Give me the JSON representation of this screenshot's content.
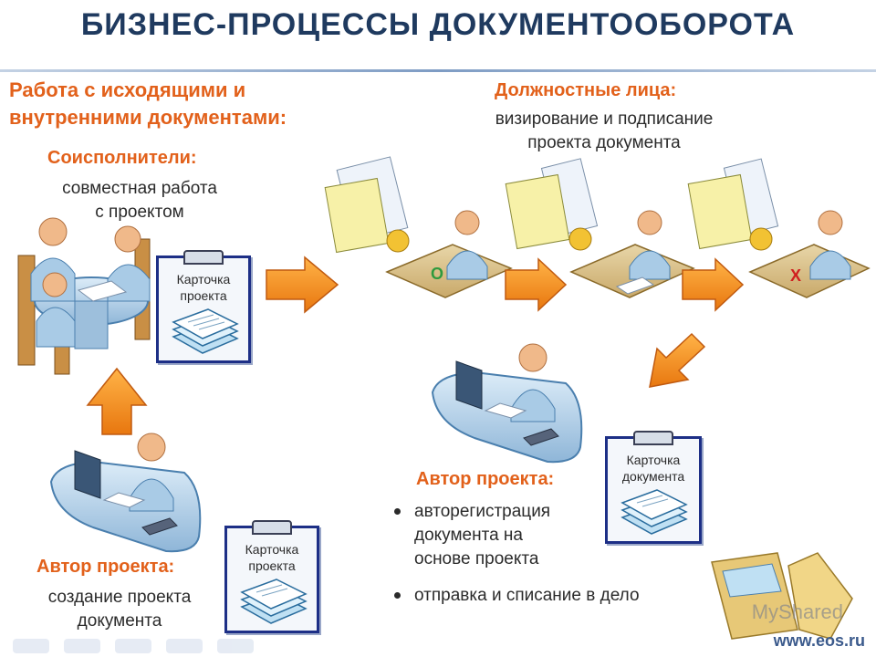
{
  "title": "БИЗНЕС-ПРОЦЕССЫ ДОКУМЕНТООБОРОТА",
  "section_heading": [
    "Работа с исходящими и",
    "внутренними документами:"
  ],
  "coexecutors": {
    "title": "Соисполнители:",
    "text": [
      "совместная работа",
      "с проектом"
    ]
  },
  "officials": {
    "title": "Должностные лица:",
    "text": [
      "визирование и подписание",
      "проекта документа"
    ]
  },
  "author_left": {
    "title": "Автор проекта:",
    "text": [
      "создание проекта",
      "документа"
    ]
  },
  "author_right": {
    "title": "Автор проекта:",
    "bullets": [
      [
        "авторегистрация",
        "документа на",
        "основе проекта"
      ],
      [
        "отправка и списание в дело"
      ]
    ]
  },
  "cards": {
    "project_top": [
      "Карточка",
      "проекта"
    ],
    "project_bottom": [
      "Карточка",
      "проекта"
    ],
    "document": [
      "Карточка",
      "документа"
    ]
  },
  "watermark": "MyShared",
  "site": "www.eos.ru",
  "colors": {
    "title": "#1f3a5f",
    "accent": "#e2611b",
    "arrow": "#f28c1a",
    "card_border": "#1d2f86"
  }
}
